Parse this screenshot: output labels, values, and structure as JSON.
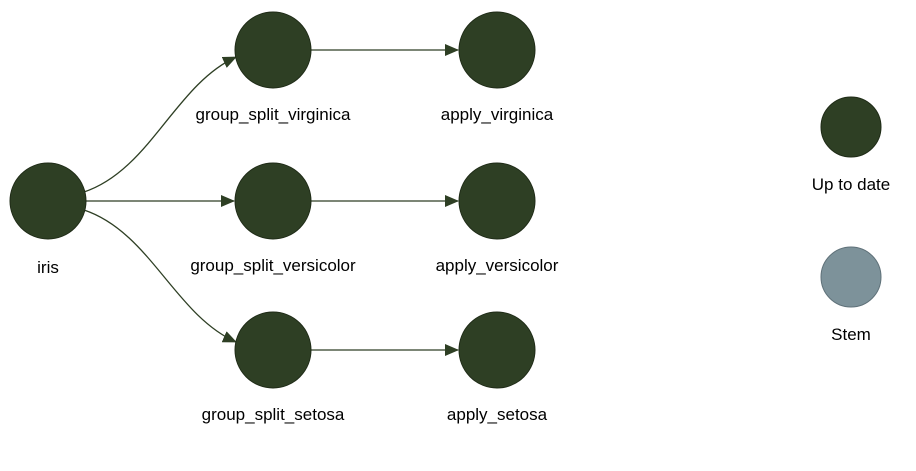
{
  "graph": {
    "nodes": [
      {
        "id": "iris",
        "label": "iris",
        "status": "Up to date"
      },
      {
        "id": "group_split_virginica",
        "label": "group_split_virginica",
        "status": "Up to date"
      },
      {
        "id": "group_split_versicolor",
        "label": "group_split_versicolor",
        "status": "Up to date"
      },
      {
        "id": "group_split_setosa",
        "label": "group_split_setosa",
        "status": "Up to date"
      },
      {
        "id": "apply_virginica",
        "label": "apply_virginica",
        "status": "Up to date"
      },
      {
        "id": "apply_versicolor",
        "label": "apply_versicolor",
        "status": "Up to date"
      },
      {
        "id": "apply_setosa",
        "label": "apply_setosa",
        "status": "Up to date"
      }
    ],
    "edges": [
      {
        "from": "iris",
        "to": "group_split_virginica"
      },
      {
        "from": "iris",
        "to": "group_split_versicolor"
      },
      {
        "from": "iris",
        "to": "group_split_setosa"
      },
      {
        "from": "group_split_virginica",
        "to": "apply_virginica"
      },
      {
        "from": "group_split_versicolor",
        "to": "apply_versicolor"
      },
      {
        "from": "group_split_setosa",
        "to": "apply_setosa"
      }
    ]
  },
  "legend": {
    "items": [
      {
        "label": "Up to date",
        "color": "#2e3f24"
      },
      {
        "label": "Stem",
        "color": "#7d929a"
      }
    ]
  },
  "colors": {
    "up_to_date": "#2e3f24",
    "stem": "#7d929a",
    "edge": "#2e3f24"
  }
}
